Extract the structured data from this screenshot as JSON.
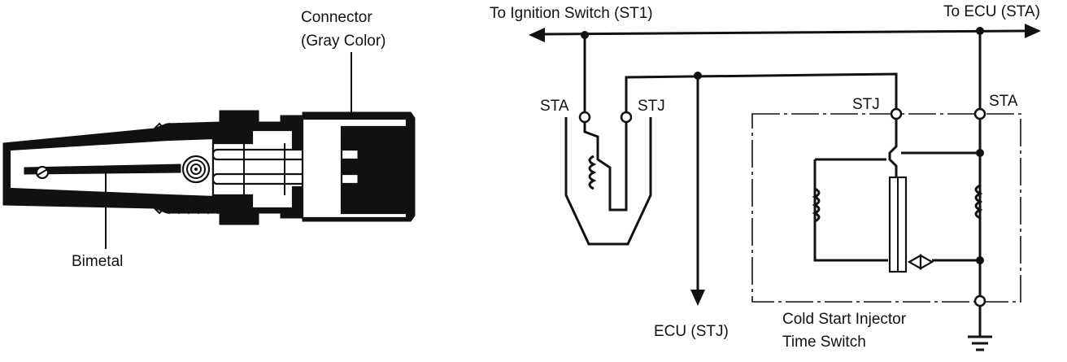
{
  "left_figure": {
    "connector_label_line1": "Connector",
    "connector_label_line2": "(Gray Color)",
    "bimetal_label": "Bimetal"
  },
  "circuit": {
    "to_ignition_label": "To Ignition Switch (ST1)",
    "to_ecu_label": "To ECU (STA)",
    "relay_sta_label": "STA",
    "relay_stj_label": "STJ",
    "switch_stj_label": "STJ",
    "switch_sta_label": "STA",
    "ecu_stj_label": "ECU (STJ)",
    "switch_name_line1": "Cold Start Injector",
    "switch_name_line2": "Time Switch"
  }
}
